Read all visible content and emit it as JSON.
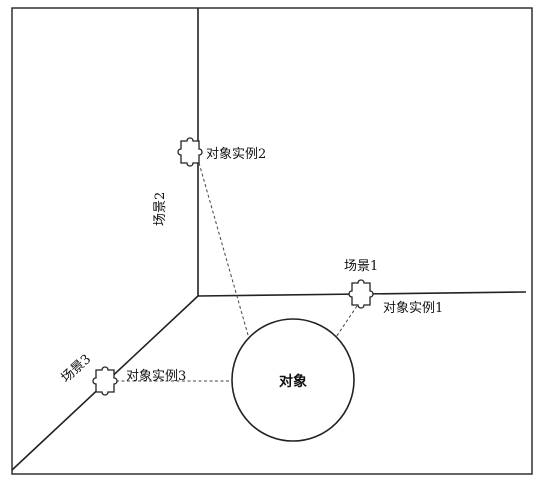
{
  "scenes": {
    "scene1": "场景1",
    "scene2": "场景2",
    "scene3": "场景3"
  },
  "instances": {
    "instance1": "对象实例1",
    "instance2": "对象实例2",
    "instance3": "对象实例3"
  },
  "object_label": "对象"
}
